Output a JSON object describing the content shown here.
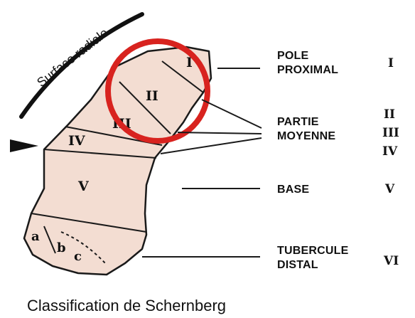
{
  "surface_label": "Surface radiale",
  "caption": "Classification de Schernberg",
  "zones": {
    "z1": "I",
    "z2": "II",
    "z3": "III",
    "z4": "IV",
    "z5": "V",
    "sub_a": "a",
    "sub_b": "b",
    "sub_c": "c"
  },
  "regions": {
    "pole_proximal": {
      "line1": "POLE",
      "line2": "PROXIMAL",
      "grade": "I"
    },
    "partie_moyenne": {
      "line1": "PARTIE",
      "line2": "MOYENNE",
      "grades": [
        "II",
        "III",
        "IV"
      ]
    },
    "base": {
      "label": "BASE",
      "grade": "V"
    },
    "tubercule_distal": {
      "line1": "TUBERCULE",
      "line2": "DISTAL",
      "grade": "VI"
    }
  },
  "colors": {
    "bone_fill": "#f3ddd2",
    "outline": "#1a1a1a",
    "highlight_circle": "#d8231f"
  }
}
